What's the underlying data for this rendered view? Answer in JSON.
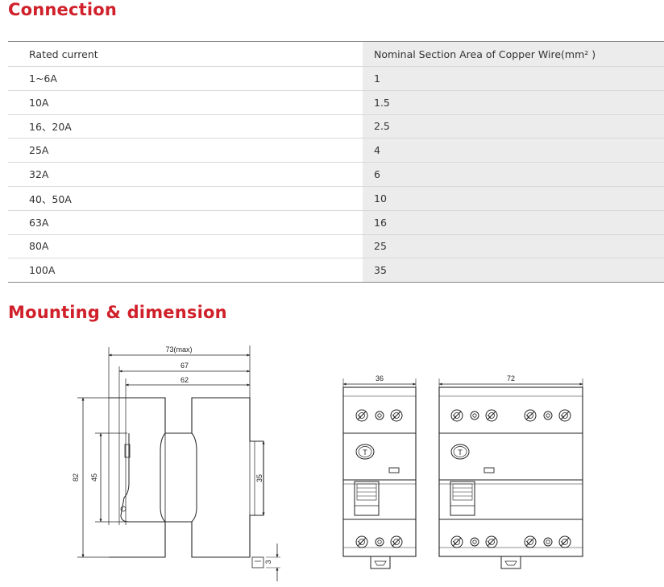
{
  "connection": {
    "title": "Connection",
    "table": {
      "headers": [
        "Rated current",
        "Nominal Section Area of Copper Wire(mm² )"
      ],
      "rows": [
        [
          "1~6A",
          "1"
        ],
        [
          "10A",
          "1.5"
        ],
        [
          "16、20A",
          "2.5"
        ],
        [
          "25A",
          "4"
        ],
        [
          "32A",
          "6"
        ],
        [
          "40、50A",
          "10"
        ],
        [
          "63A",
          "16"
        ],
        [
          "80A",
          "25"
        ],
        [
          "100A",
          "35"
        ]
      ]
    }
  },
  "mounting": {
    "title": "Mounting & dimension",
    "side_view": {
      "dim_overall_width": "73(max)",
      "dim_width_67": "67",
      "dim_width_62": "62",
      "dim_height_82": "82",
      "dim_height_45": "45",
      "dim_height_35": "35",
      "dim_depth_3": "3"
    },
    "front_view_2p": {
      "dim_width": "36",
      "test_button_label": "T"
    },
    "front_view_4p": {
      "dim_width": "72",
      "test_button_label": "T"
    }
  },
  "colors": {
    "heading": "#d0202a",
    "line": "#222222",
    "table_shade": "#ececec"
  }
}
